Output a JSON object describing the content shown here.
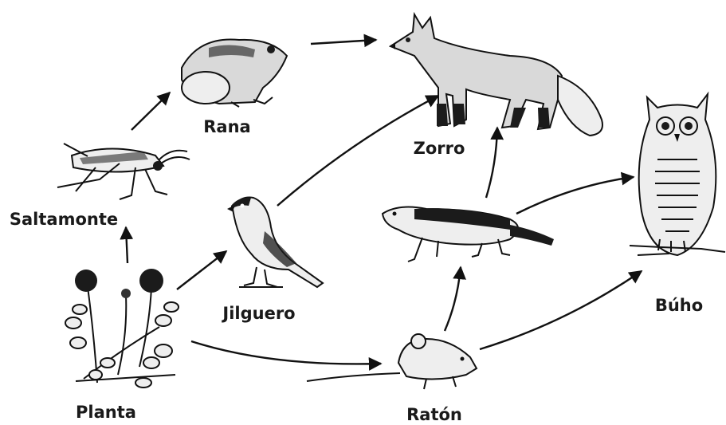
{
  "organisms": {
    "planta": "Planta",
    "saltamonte": "Saltamonte",
    "rana": "Rana",
    "jilguero": "Jilguero",
    "zorro": "Zorro",
    "raton": "Ratón",
    "buho": "Búho"
  },
  "relations": [
    {
      "from": "Planta",
      "to": "Saltamonte"
    },
    {
      "from": "Planta",
      "to": "Jilguero"
    },
    {
      "from": "Planta",
      "to": "Ratón"
    },
    {
      "from": "Saltamonte",
      "to": "Rana"
    },
    {
      "from": "Rana",
      "to": "Zorro"
    },
    {
      "from": "Jilguero",
      "to": "Zorro"
    },
    {
      "from": "Ratón",
      "to": "Comadreja"
    },
    {
      "from": "Ratón",
      "to": "Búho"
    },
    {
      "from": "Comadreja",
      "to": "Zorro"
    },
    {
      "from": "Comadreja",
      "to": "Búho"
    }
  ]
}
